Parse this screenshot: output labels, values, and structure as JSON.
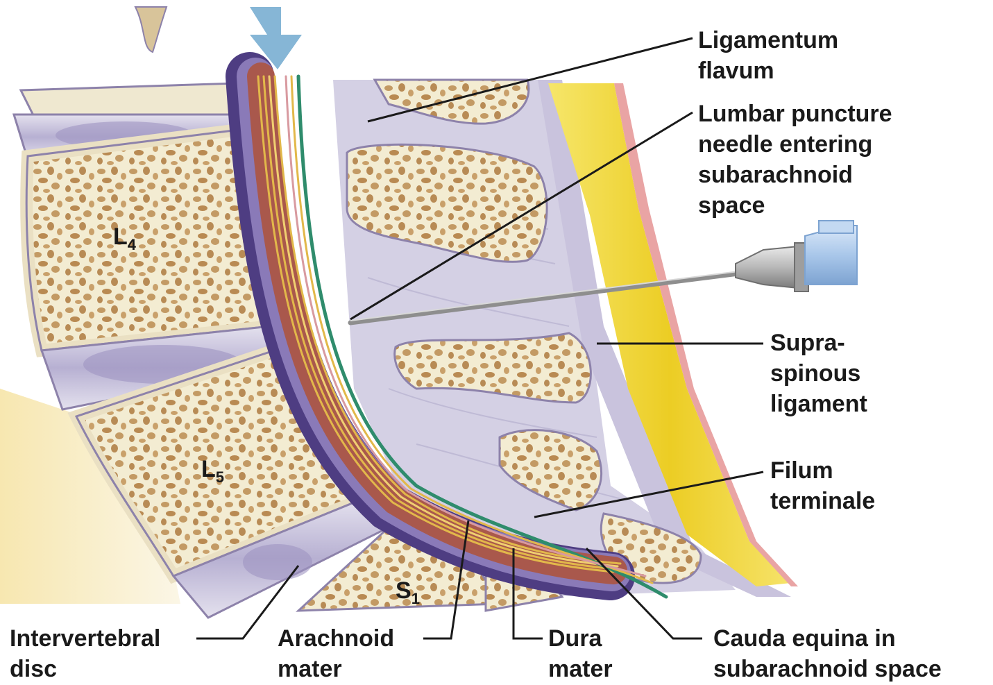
{
  "labels": {
    "ligamentum_flavum": [
      "Ligamentum",
      "flavum"
    ],
    "lumbar_puncture": [
      "Lumbar puncture",
      "needle entering",
      "subarachnoid",
      "space"
    ],
    "supraspinous": [
      "Supra-",
      "spinous",
      "ligament"
    ],
    "filum_terminale": [
      "Filum",
      "terminale"
    ],
    "intervertebral_disc": [
      "Intervertebral",
      "disc"
    ],
    "arachnoid_mater": [
      "Arachnoid",
      "mater"
    ],
    "dura_mater": [
      "Dura",
      "mater"
    ],
    "cauda_equina": [
      "Cauda equina in",
      "subarachnoid space"
    ]
  },
  "vertebrae": {
    "l4": {
      "letter": "L",
      "sub": "4"
    },
    "l5": {
      "letter": "L",
      "sub": "5"
    },
    "s1": {
      "letter": "S",
      "sub": "1"
    }
  },
  "colors": {
    "bone_cortex": "#f3ecd2",
    "cancellous": "#c9a06a",
    "disc": "#bdb6d6",
    "ligament": "#cfcbe0",
    "fat": "#f2de3c",
    "dura": "#5a4a8a",
    "cord_red": "#a9584c",
    "nerve_yellow": "#e2b84a",
    "filum_green": "#2f8c6c",
    "arrow_blue": "#86b6d6",
    "needle_hub_blue": "#a9c7ea",
    "leader_line": "#1a1a1a"
  }
}
